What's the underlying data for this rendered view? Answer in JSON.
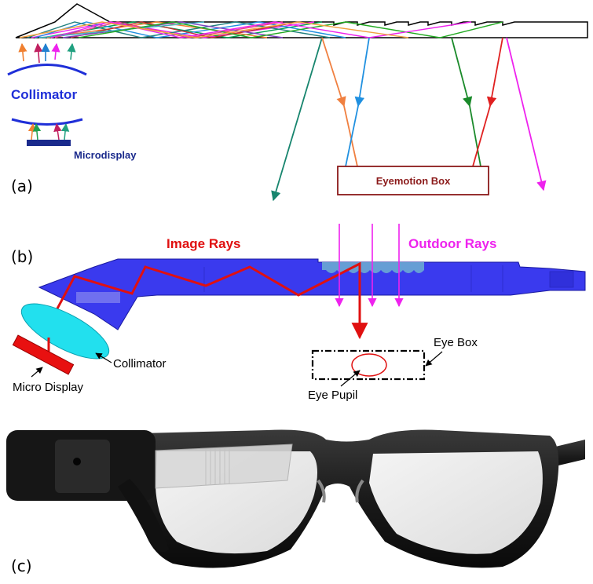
{
  "panel_a": {
    "label": "(a)",
    "collimator_label": "Collimator",
    "microdisplay_label": "Microdisplay",
    "eyemotion_box_label": "Eyemotion Box"
  },
  "panel_b": {
    "label": "(b)",
    "image_rays_label": "Image Rays",
    "outdoor_rays_label": "Outdoor Rays",
    "collimator_label": "Collimator",
    "micro_display_label": "Micro Display",
    "eye_box_label": "Eye Box",
    "eye_pupil_label": "Eye Pupil"
  },
  "panel_c": {
    "label": "(c)"
  },
  "colors": {
    "collimator_blue": "#1f2fd8",
    "microdisplay_navy": "#1a2a8c",
    "box_maroon": "#8b1a1a",
    "image_ray_red": "#e01010",
    "outdoor_ray_magenta": "#ee22ee",
    "waveguide_blue": "#3333ee",
    "collimator_cyan": "#22e0ee"
  }
}
